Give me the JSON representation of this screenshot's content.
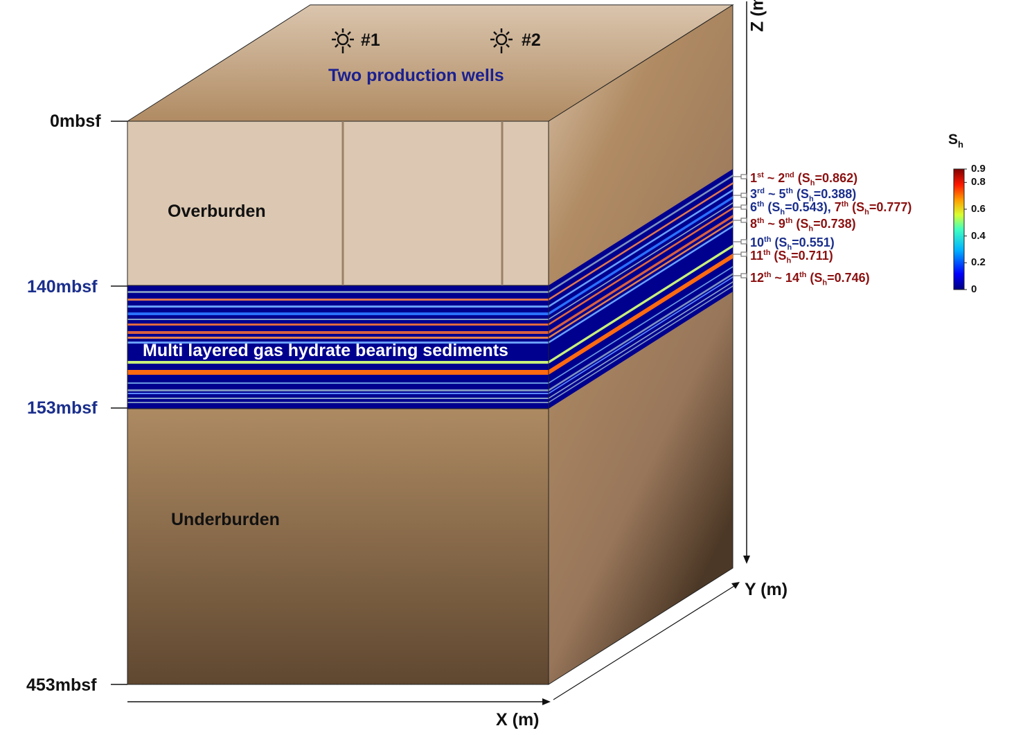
{
  "colors": {
    "overburden_front": "#dcc8b2",
    "underburden_front_top": "#ad8a62",
    "underburden_front_bottom": "#5f4730",
    "hydrate_base": "#00008f",
    "label_red": "#8b1010",
    "label_blue": "#1a2e8c",
    "title_blue": "#1a2090"
  },
  "wells": [
    {
      "label": "#1",
      "icon": "well-sun-icon"
    },
    {
      "label": "#2",
      "icon": "well-sun-icon"
    }
  ],
  "wells_caption": "Two production wells",
  "depths": [
    {
      "label": "0mbsf",
      "color": "#111111"
    },
    {
      "label": "140mbsf",
      "color": "#1a2e8c"
    },
    {
      "label": "153mbsf",
      "color": "#1a2e8c"
    },
    {
      "label": "453mbsf",
      "color": "#111111"
    }
  ],
  "zones": {
    "overburden": "Overburden",
    "hydrate": "Multi layered gas hydrate bearing sediments",
    "underburden": "Underburden"
  },
  "axes": {
    "x": "X (m)",
    "y": "Y (m)",
    "z": "Z (m)"
  },
  "layer_labels": [
    {
      "parts": [
        [
          "1",
          ""
        ],
        [
          "st",
          "sup"
        ],
        [
          " ~ 2",
          ""
        ],
        [
          "nd",
          "sup"
        ],
        [
          " (S",
          ""
        ],
        [
          "h",
          "sub"
        ],
        [
          "=0.862)",
          ""
        ]
      ],
      "color": "#8b1010"
    },
    {
      "parts": [
        [
          "3",
          ""
        ],
        [
          "rd",
          "sup"
        ],
        [
          " ~ 5",
          ""
        ],
        [
          "th",
          "sup"
        ],
        [
          " (S",
          ""
        ],
        [
          "h",
          "sub"
        ],
        [
          "=0.388)",
          ""
        ]
      ],
      "color": "#1a2e8c"
    },
    {
      "parts": [
        [
          "6",
          ""
        ],
        [
          "th",
          "sup"
        ],
        [
          " (S",
          ""
        ],
        [
          "h",
          "sub"
        ],
        [
          "=0.543), ",
          ""
        ]
      ],
      "color": "#1a2e8c",
      "extra": {
        "parts": [
          [
            "7",
            ""
          ],
          [
            "th",
            "sup"
          ],
          [
            " (S",
            ""
          ],
          [
            "h",
            "sub"
          ],
          [
            "=0.777)",
            ""
          ]
        ],
        "color": "#8b1010"
      }
    },
    {
      "parts": [
        [
          "8",
          ""
        ],
        [
          "th",
          "sup"
        ],
        [
          " ~ 9",
          ""
        ],
        [
          "th",
          "sup"
        ],
        [
          " (S",
          ""
        ],
        [
          "h",
          "sub"
        ],
        [
          "=0.738)",
          ""
        ]
      ],
      "color": "#8b1010"
    },
    {
      "parts": [
        [
          "10",
          ""
        ],
        [
          "th",
          "sup"
        ],
        [
          " (S",
          ""
        ],
        [
          "h",
          "sub"
        ],
        [
          "=0.551)",
          ""
        ]
      ],
      "color": "#1a2e8c"
    },
    {
      "parts": [
        [
          "11",
          ""
        ],
        [
          "th",
          "sup"
        ],
        [
          " (S",
          ""
        ],
        [
          "h",
          "sub"
        ],
        [
          "=0.711)",
          ""
        ]
      ],
      "color": "#8b1010"
    },
    {
      "parts": [
        [
          "12",
          ""
        ],
        [
          "th",
          "sup"
        ],
        [
          " ~ 14",
          ""
        ],
        [
          "th",
          "sup"
        ],
        [
          " (S",
          ""
        ],
        [
          "h",
          "sub"
        ],
        [
          "=0.746)",
          ""
        ]
      ],
      "color": "#8b1010"
    }
  ],
  "colorbar": {
    "title_main": "S",
    "title_sub": "h",
    "min": 0,
    "max": 0.9,
    "ticks": [
      "0.9",
      "0.8",
      "0.6",
      "0.4",
      "0.2",
      "0"
    ],
    "tick_values": [
      0.9,
      0.8,
      0.6,
      0.4,
      0.2,
      0
    ]
  }
}
